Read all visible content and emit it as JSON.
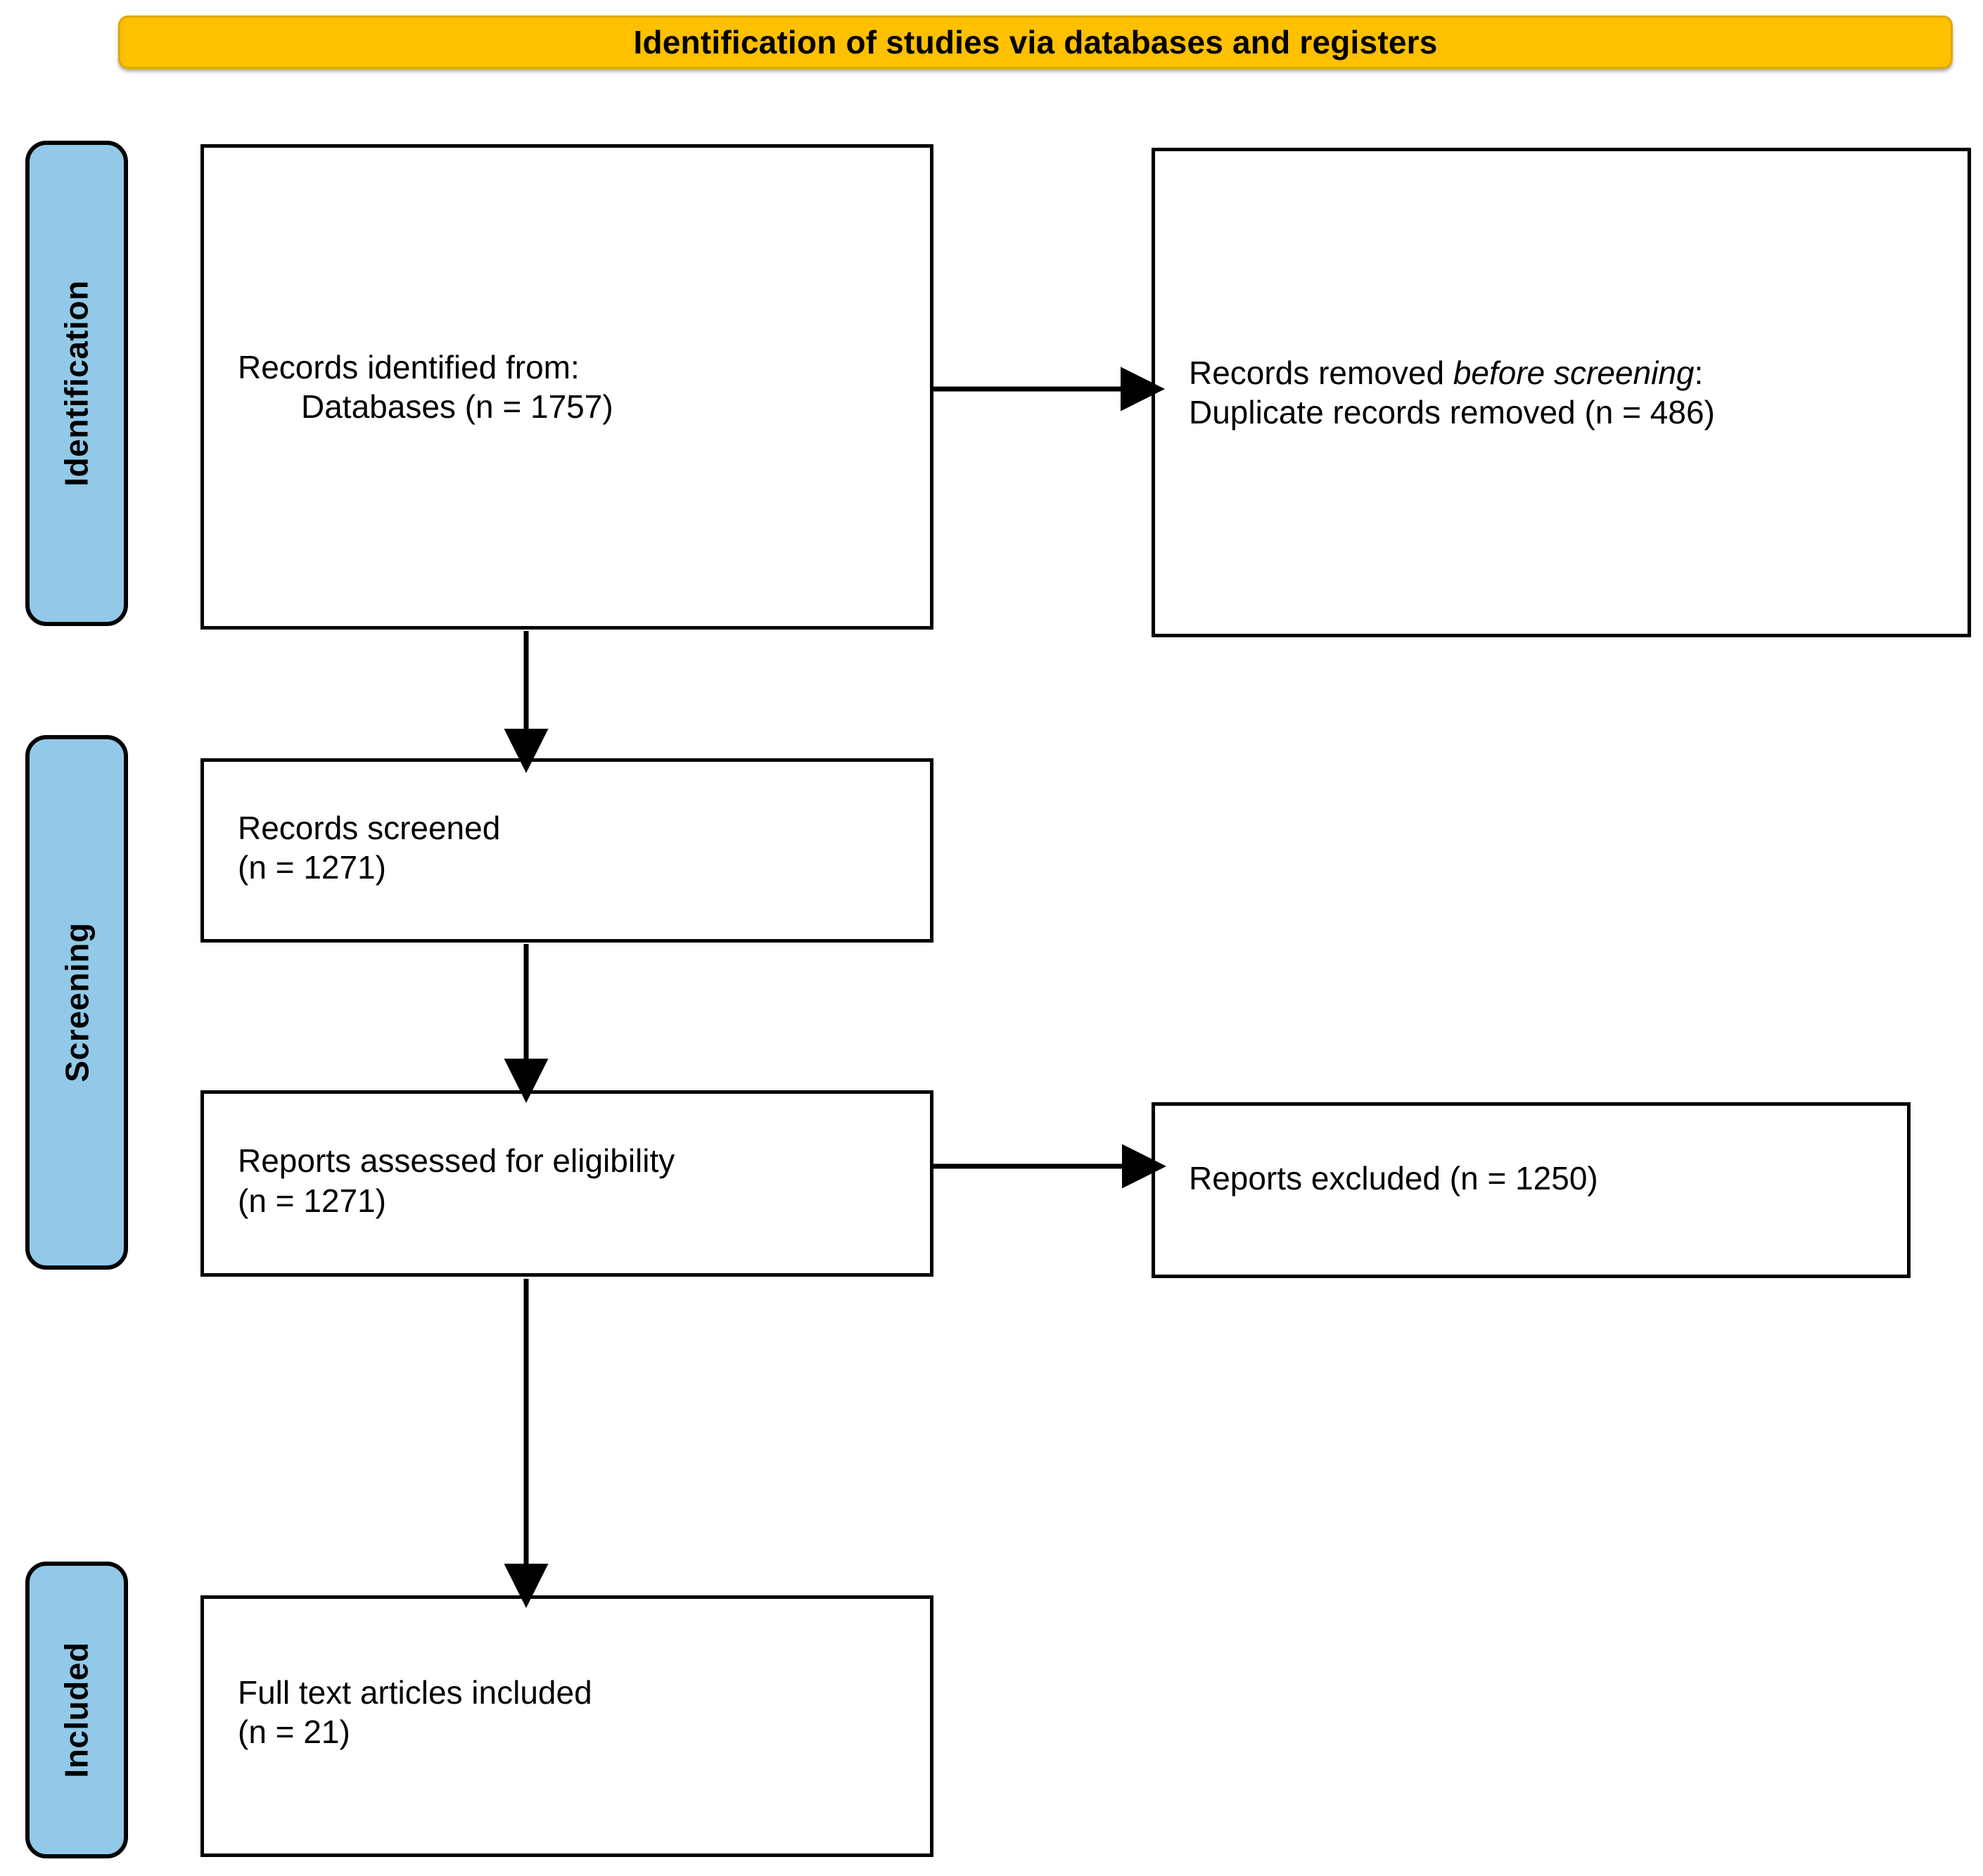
{
  "banner": {
    "title": "Identification of studies via databases and registers",
    "fill_color": "#FFC000",
    "border_color": "#E0A800"
  },
  "stages": [
    {
      "id": "identification",
      "label": "Identification",
      "fill_color": "#92C9E8"
    },
    {
      "id": "screening",
      "label": "Screening",
      "fill_color": "#92C9E8"
    },
    {
      "id": "included",
      "label": "Included",
      "fill_color": "#92C9E8"
    }
  ],
  "boxes": {
    "identified": {
      "line1": "Records identified from:",
      "line2": "Databases (n = 1757)"
    },
    "removed": {
      "line1_pre": "Records removed ",
      "line1_italic": "before screening",
      "line1_post": ":",
      "line2": "Duplicate records removed (n = 486)"
    },
    "screened": {
      "line1": "Records screened",
      "line2": "(n = 1271)"
    },
    "eligibility": {
      "line1": "Reports assessed for eligibility",
      "line2": "(n = 1271)"
    },
    "excluded": {
      "line1": "Reports excluded (n = 1250)"
    },
    "included": {
      "line1": "Full text articles included",
      "line2": "(n = 21)"
    }
  },
  "chart_data": {
    "type": "diagram",
    "title": "Identification of studies via databases and registers",
    "diagram_kind": "PRISMA 2020 flow diagram",
    "stages": [
      "Identification",
      "Screening",
      "Included"
    ],
    "nodes": [
      {
        "id": "identified",
        "stage": "Identification",
        "label": "Records identified from: Databases",
        "n": 1757
      },
      {
        "id": "removed",
        "stage": "Identification",
        "label": "Records removed before screening: Duplicate records removed",
        "n": 486
      },
      {
        "id": "screened",
        "stage": "Screening",
        "label": "Records screened",
        "n": 1271
      },
      {
        "id": "eligibility",
        "stage": "Screening",
        "label": "Reports assessed for eligibility",
        "n": 1271
      },
      {
        "id": "excluded",
        "stage": "Screening",
        "label": "Reports excluded",
        "n": 1250
      },
      {
        "id": "included",
        "stage": "Included",
        "label": "Full text articles included",
        "n": 21
      }
    ],
    "edges": [
      {
        "from": "identified",
        "to": "removed",
        "direction": "right"
      },
      {
        "from": "identified",
        "to": "screened",
        "direction": "down"
      },
      {
        "from": "screened",
        "to": "eligibility",
        "direction": "down"
      },
      {
        "from": "eligibility",
        "to": "excluded",
        "direction": "right"
      },
      {
        "from": "eligibility",
        "to": "included",
        "direction": "down"
      }
    ],
    "colors": {
      "banner": "#FFC000",
      "stage_label": "#92C9E8",
      "box_border": "#000000",
      "box_fill": "#FFFFFF"
    }
  }
}
